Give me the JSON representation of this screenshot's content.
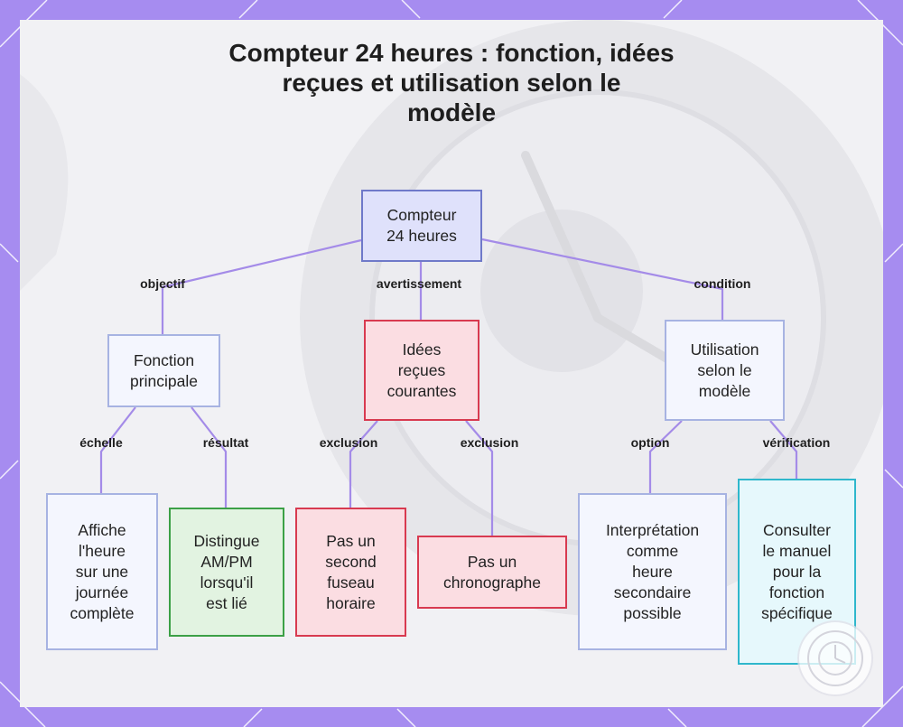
{
  "title": "Compteur 24 heures : fonction, idées\nreçues et utilisation selon le\nmodèle",
  "colors": {
    "frame": "#a68cf0",
    "edge": "#a48be8",
    "root_fill": "#dfe1fb",
    "root_border": "#6f79c9",
    "warning_border": "#d83a50",
    "result_border": "#3ca046",
    "verify_border": "#2fb7cc"
  },
  "nodes": {
    "root": "Compteur\n24 heures",
    "fonction": "Fonction\nprincipale",
    "idees": "Idées\nreçues\ncourantes",
    "utilisation": "Utilisation\nselon le\nmodèle",
    "affiche": "Affiche\nl'heure\nsur une\njournée\ncomplète",
    "distingue": "Distingue\nAM/PM\nlorsqu'il\nest lié",
    "fuseau": "Pas un\nsecond\nfuseau\nhoraire",
    "chrono": "Pas un\nchronographe",
    "interpretation": "Interprétation\ncomme\nheure\nsecondaire\npossible",
    "consulter": "Consulter\nle manuel\npour la\nfonction\nspécifique"
  },
  "edge_labels": {
    "objectif": "objectif",
    "avertissement": "avertissement",
    "condition": "condition",
    "echelle": "échelle",
    "resultat": "résultat",
    "exclusion_1": "exclusion",
    "exclusion_2": "exclusion",
    "option": "option",
    "verification": "vérification"
  },
  "icons": {
    "watermark": "watch-logo-icon"
  }
}
